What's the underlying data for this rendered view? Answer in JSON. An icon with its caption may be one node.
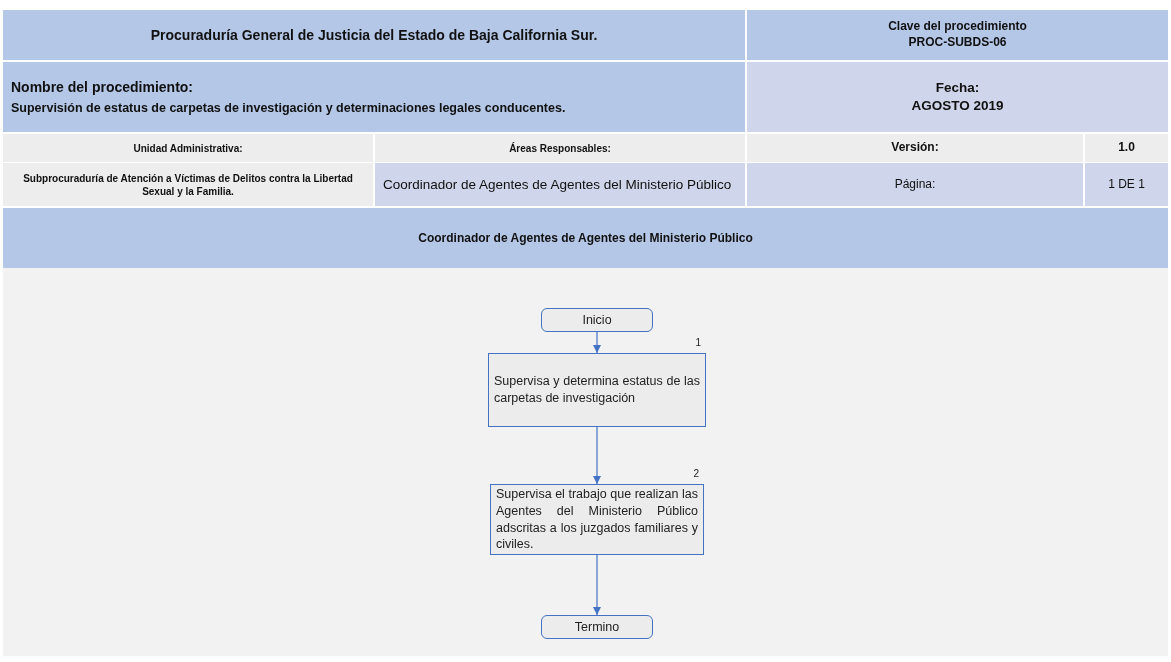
{
  "diagram": {
    "nodes": [
      {
        "text": [
          "Coordinador de Agentes de Agentes del Ministerio Público"
        ]
      },
      {
        "text": [
          "Inicio"
        ],
        "in": 0
      },
      {
        "text": [
          "Supervisa y determina estatus de las carpetas de investigación"
        ],
        "in": 0,
        "beside": [
          "1"
        ]
      },
      {
        "text": [
          "Supervisa el trabajo que realizan las Agentes del Ministerio Público adscritas a los juzgados familiares y civiles."
        ],
        "in": 0,
        "beside": [
          "2"
        ]
      },
      {
        "text": [
          "Termino"
        ],
        "in": 0
      }
    ],
    "edges": [
      {
        "from": 1,
        "to": 2,
        "arrow": "to"
      },
      {
        "from": 2,
        "to": 3,
        "arrow": "to"
      },
      {
        "from": 3,
        "to": 4,
        "arrow": "to"
      }
    ],
    "labels": [
      "Procuraduría General de Justicia del Estado de Baja California Sur.",
      "Clave del procedimiento",
      "PROC-SUBDS-06",
      "Nombre del procedimiento:",
      "Supervisión de estatus de carpetas de investigación y determinaciones legales conducentes.",
      "Fecha:",
      "AGOSTO 2019",
      "Unidad Administrativa:",
      "Áreas Responsables:",
      "Versión:",
      "1.0",
      "Subprocuraduría de Atención a Víctimas de Delitos contra la Libertad Sexual y la Familia.",
      "Coordinador de Agentes de Agentes del Ministerio Público",
      "Página:",
      "1 DE 1"
    ]
  }
}
